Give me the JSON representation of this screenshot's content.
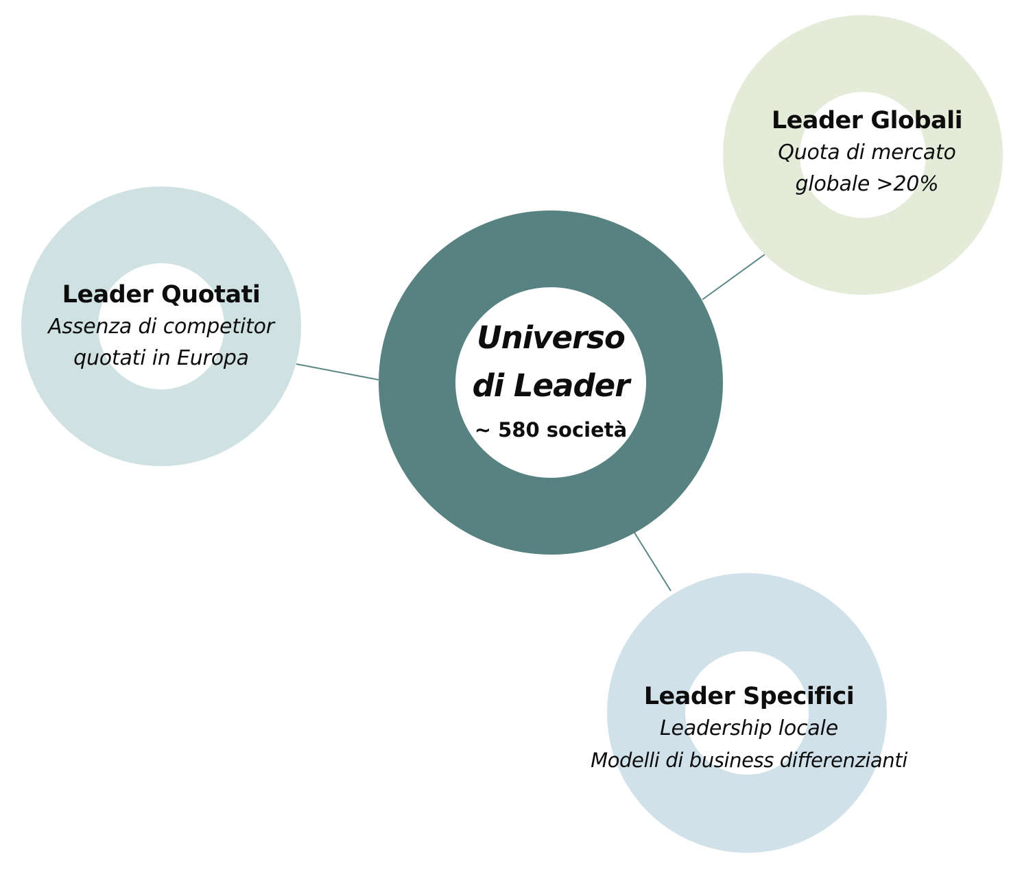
{
  "colors": {
    "center_ring": "#588282",
    "connector": "#5a8585",
    "ring_quotati": "#d0e1e1",
    "ring_globali": "#e5ebd9",
    "ring_specifici": "#d1e1ea",
    "text": "#0d0d0d"
  },
  "center": {
    "title_line1": "Universo",
    "title_line2": "di Leader",
    "count": "~ 580 società"
  },
  "nodes": {
    "quotati": {
      "title": "Leader Quotati",
      "desc_line1": "Assenza di competitor",
      "desc_line2": "quotati in Europa"
    },
    "globali": {
      "title": "Leader Globali",
      "desc_line1": "Quota di mercato",
      "desc_line2": "globale >20%"
    },
    "specifici": {
      "title": "Leader Specifici",
      "desc_line1": "Leadership locale",
      "desc_line2": "Modelli di business differenzianti"
    }
  }
}
